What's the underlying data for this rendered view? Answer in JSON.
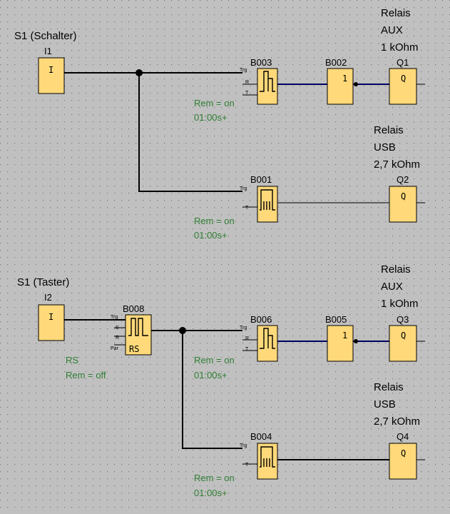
{
  "sections": {
    "schalter": {
      "title": "S1 (Schalter)",
      "input": {
        "name": "I1",
        "symbol": "I"
      },
      "b003": {
        "name": "B003",
        "pins": [
          "Trg",
          "R",
          "T"
        ],
        "rem": "Rem = on",
        "time": "01:00s+"
      },
      "b002": {
        "name": "B002",
        "symbol": "1"
      },
      "q1": {
        "name": "Q1",
        "symbol": "Q",
        "relais": "Relais",
        "kind": "AUX",
        "ohm": "1 kOhm"
      },
      "b001": {
        "name": "B001",
        "pins": [
          "Trg",
          "T"
        ],
        "rem": "Rem = on",
        "time": "01:00s+"
      },
      "q2": {
        "name": "Q2",
        "symbol": "Q",
        "relais": "Relais",
        "kind": "USB",
        "ohm": "2,7 kOhm"
      }
    },
    "taster": {
      "title": "S1 (Taster)",
      "input": {
        "name": "I2",
        "symbol": "I"
      },
      "b008": {
        "name": "B008",
        "pins": [
          "Trg",
          "S",
          "R",
          "Par"
        ],
        "symbol": "RS",
        "rs": "RS",
        "rem": "Rem = off"
      },
      "b006": {
        "name": "B006",
        "pins": [
          "Trg",
          "R",
          "T"
        ],
        "rem": "Rem = on",
        "time": "01:00s+"
      },
      "b005": {
        "name": "B005",
        "symbol": "1"
      },
      "q3": {
        "name": "Q3",
        "symbol": "Q",
        "relais": "Relais",
        "kind": "AUX",
        "ohm": "1 kOhm"
      },
      "b004": {
        "name": "B004",
        "pins": [
          "Trg",
          "T"
        ],
        "rem": "Rem = on",
        "time": "01:00s+"
      },
      "q4": {
        "name": "Q4",
        "symbol": "Q",
        "relais": "Relais",
        "kind": "USB",
        "ohm": "2,7 kOhm"
      }
    }
  },
  "colors": {
    "background": "#c0c0c0",
    "block": "#ffd97a",
    "param": "#2e7d32",
    "grid_dot": "#808080"
  }
}
